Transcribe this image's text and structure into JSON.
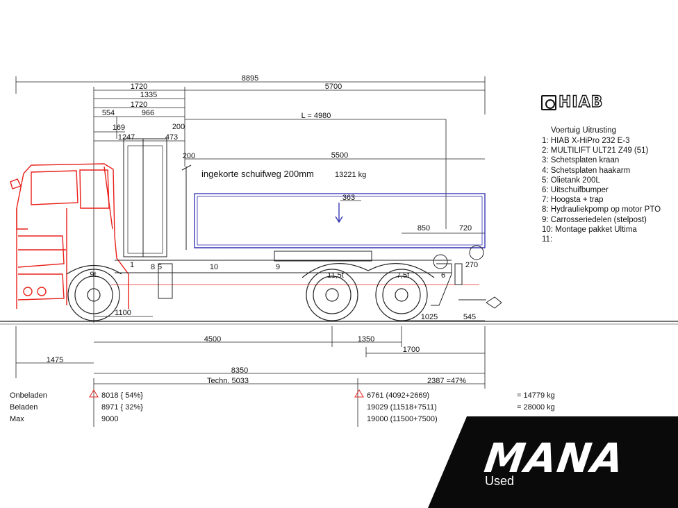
{
  "dimensions": {
    "overall_length": "8895",
    "front_to_crane": "1720",
    "body_length": "5700",
    "d_1335": "1335",
    "d_1720b": "1720",
    "d_554": "554",
    "d_966": "966",
    "d_169": "169",
    "d_200a": "200",
    "d_1247": "1247",
    "d_473": "473",
    "d_L": "L = 4980",
    "d_200b": "200",
    "container_length": "5500",
    "d_363": "363",
    "d_850": "850",
    "d_720": "720",
    "d_270": "270",
    "wheelbase": "4500",
    "tandem": "1350",
    "d_1700": "1700",
    "d_1475": "1475",
    "d_1100": "1100",
    "d_1025": "1025",
    "d_545": "545",
    "d_8350": "8350",
    "techn": "Techn. 5033",
    "rear_pct": "2387 =47%"
  },
  "annotations": {
    "note": "ingekorte schuifweg 200mm",
    "weight": "13221 kg",
    "front_axle_load": "9t",
    "rear_axle_1": "11,5t",
    "rear_axle_2": "7,5t",
    "n1": "1",
    "n8": "8",
    "n5": "5",
    "n10": "10",
    "n9": "9",
    "n6": "6"
  },
  "equipment": {
    "title": "Voertuig Uitrusting",
    "items": [
      "1: HIAB  X-HiPro 232 E-3",
      "2:  MULTILIFT  ULT21 Z49 (51)",
      "3: Schetsplaten kraan",
      "4: Schetsplaten haakarm",
      "5: Olietank 200L",
      "6: Uitschuifbumper",
      "7: Hoogsta + trap",
      "8: Hydrauliekpomp op motor PTO",
      "9: Carrosseriedelen (stelpost)",
      "10: Montage pakket Ultima",
      "11:"
    ]
  },
  "loads": {
    "labels": [
      "Onbeladen",
      "Beladen",
      "Max"
    ],
    "front": [
      "8018 { 54%}",
      "8971 { 32%}",
      "9000"
    ],
    "rear": [
      "6761 (4092+2669)",
      "19029 (11518+7511)",
      "19000 (11500+7500)"
    ],
    "total": [
      "=  14779 kg",
      "=  28000 kg"
    ]
  },
  "brand": {
    "crane_logo": "HIAB",
    "dealer_logo": "MANA",
    "dealer_sub": "Used"
  },
  "colors": {
    "cab": "#e8201a",
    "container": "#2a2ab0",
    "lines": "#222222",
    "dealer_bg": "#0a0a0a"
  }
}
